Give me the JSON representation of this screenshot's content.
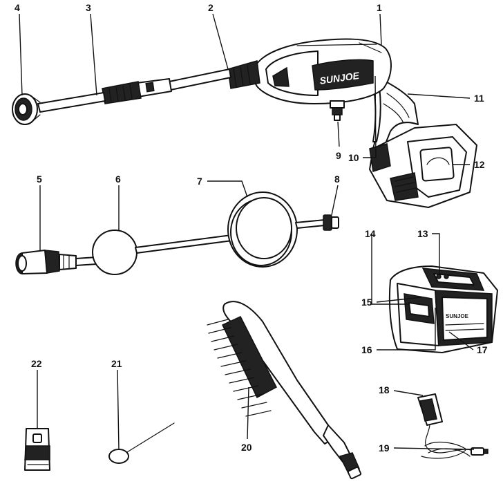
{
  "brand": {
    "gun_logo": "SUNJOE",
    "battery_logo": "SUNJOE"
  },
  "callouts": [
    {
      "id": "1",
      "label": "1"
    },
    {
      "id": "2",
      "label": "2"
    },
    {
      "id": "3",
      "label": "3"
    },
    {
      "id": "4",
      "label": "4"
    },
    {
      "id": "5",
      "label": "5"
    },
    {
      "id": "6",
      "label": "6"
    },
    {
      "id": "7",
      "label": "7"
    },
    {
      "id": "8",
      "label": "8"
    },
    {
      "id": "9",
      "label": "9"
    },
    {
      "id": "10",
      "label": "10"
    },
    {
      "id": "11",
      "label": "11"
    },
    {
      "id": "12",
      "label": "12"
    },
    {
      "id": "13",
      "label": "13"
    },
    {
      "id": "14",
      "label": "14"
    },
    {
      "id": "15",
      "label": "15"
    },
    {
      "id": "16",
      "label": "16"
    },
    {
      "id": "17",
      "label": "17"
    },
    {
      "id": "18",
      "label": "18"
    },
    {
      "id": "19",
      "label": "19"
    },
    {
      "id": "20",
      "label": "20"
    },
    {
      "id": "21",
      "label": "21"
    },
    {
      "id": "22",
      "label": "22"
    }
  ]
}
